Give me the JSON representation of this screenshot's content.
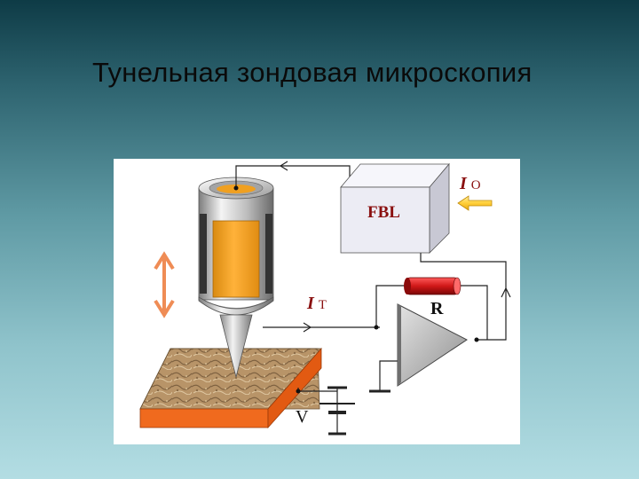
{
  "slide": {
    "title": "Тунельная зондовая микроскопия"
  },
  "diagram": {
    "feedback_box_label": "FBL",
    "resistor_label": "R",
    "voltage_label": "V",
    "tunnel_current_symbol": "I",
    "tunnel_current_subscript": "T",
    "setpoint_current_symbol": "I",
    "setpoint_current_subscript": "O"
  },
  "colors": {
    "piezo_orange": "#f0a020",
    "sample_base": "#f06a1e",
    "arrow_orange": "#ef8c55",
    "resistor_red": "#d01818",
    "label_red": "#8a1010",
    "box_face": "#ececf4"
  }
}
